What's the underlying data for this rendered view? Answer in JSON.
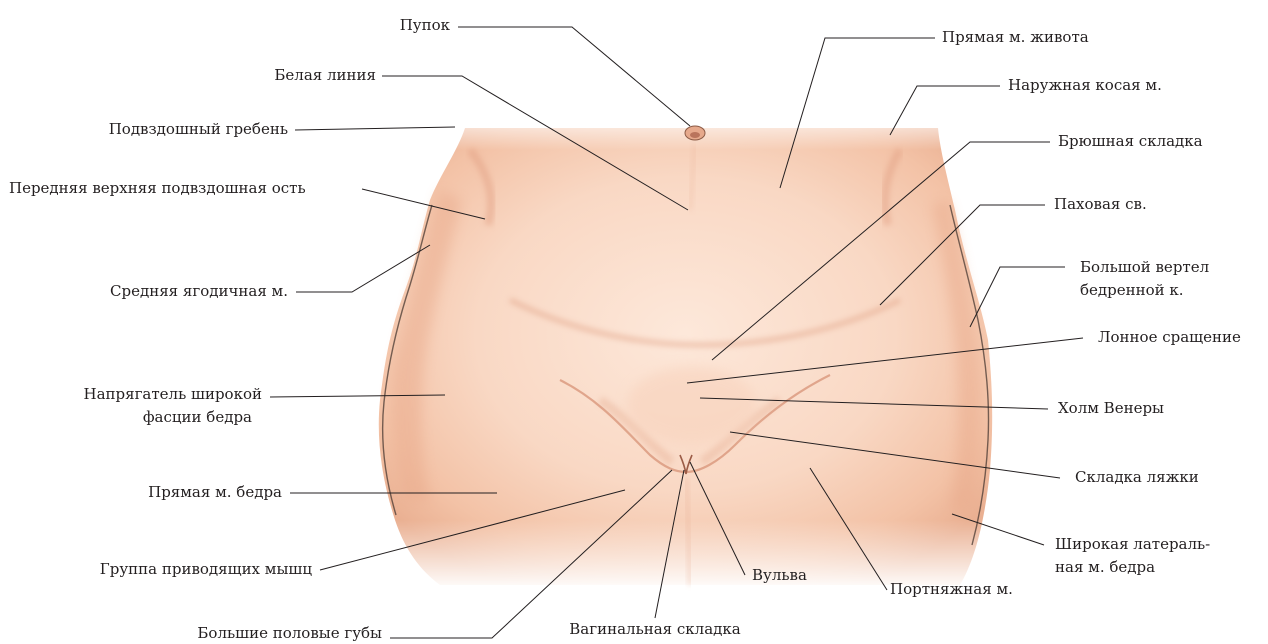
{
  "diagram": {
    "colors": {
      "skin_light": "#fbe3d4",
      "skin_mid": "#f6cdb6",
      "skin_shadow": "#e9ab8d",
      "outline": "#4a3a33",
      "leader": "#231f20",
      "text": "#231f20"
    },
    "labels": {
      "umbilicus": "Пупок",
      "linea_alba": "Белая линия",
      "iliac_crest": "Подвздошный гребень",
      "asis": "Передняя верхняя подвздошная ость",
      "gluteus_medius": "Средняя ягодичная м.",
      "tfl_line1": "Напрягатель широкой",
      "tfl_line2": "фасции бедра",
      "rectus_femoris": "Прямая м. бедра",
      "adductors": "Группа приводящих мышц",
      "labia_majora": "Большие половые губы",
      "vaginal_fold": "Вагинальная складка",
      "vulva": "Вульва",
      "sartorius": "Портняжная м.",
      "rectus_abdominis": "Прямая м. живота",
      "external_oblique": "Наружная косая м.",
      "abdominal_fold": "Брюшная складка",
      "inguinal_ligament": "Паховая св.",
      "trochanter_line1": "Большой вертел",
      "trochanter_line2": "бедренной к.",
      "pubic_symphysis": "Лонное сращение",
      "mons_veneris": "Холм Венеры",
      "groin_fold": "Складка ляжки",
      "vastus_line1": "Широкая латераль-",
      "vastus_line2": "ная м. бедра"
    }
  }
}
